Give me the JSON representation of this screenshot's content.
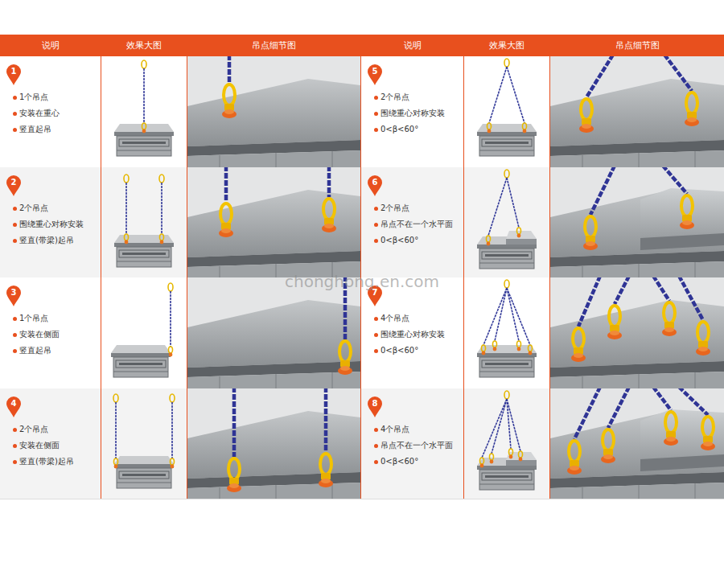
{
  "diagram": {
    "nodes": [
      {
        "text": [
          "1"
        ]
      },
      {
        "text": [
          "5"
        ]
      },
      {
        "text": [
          "2"
        ]
      },
      {
        "text": [
          "6"
        ]
      },
      {
        "text": [
          "3"
        ]
      },
      {
        "text": [
          "7"
        ]
      },
      {
        "text": [
          "4"
        ]
      },
      {
        "text": [
          "8"
        ]
      }
    ],
    "labels": [
      "说明",
      "效果大图",
      "吊点细节图",
      "说明",
      "效果大图",
      "吊点细节图",
      "1个吊点",
      "安装在重心",
      "竖直起吊",
      "2个吊点",
      "围绕重心对称安装",
      "0<β<60°",
      "2个吊点",
      "围绕重心对称安装",
      "竖直(带梁)起吊",
      "2个吊点",
      "吊点不在一个水平面",
      "0<β<60°",
      "1个吊点",
      "安装在侧面",
      "竖直起吊",
      "4个吊点",
      "围绕重心对称安装",
      "0<β<60°",
      "2个吊点",
      "安装在侧面",
      "竖直(带梁)起吊",
      "4个吊点",
      "吊点不在一个水平面",
      "0<β<60°",
      "chonghong.en.com"
    ]
  }
}
